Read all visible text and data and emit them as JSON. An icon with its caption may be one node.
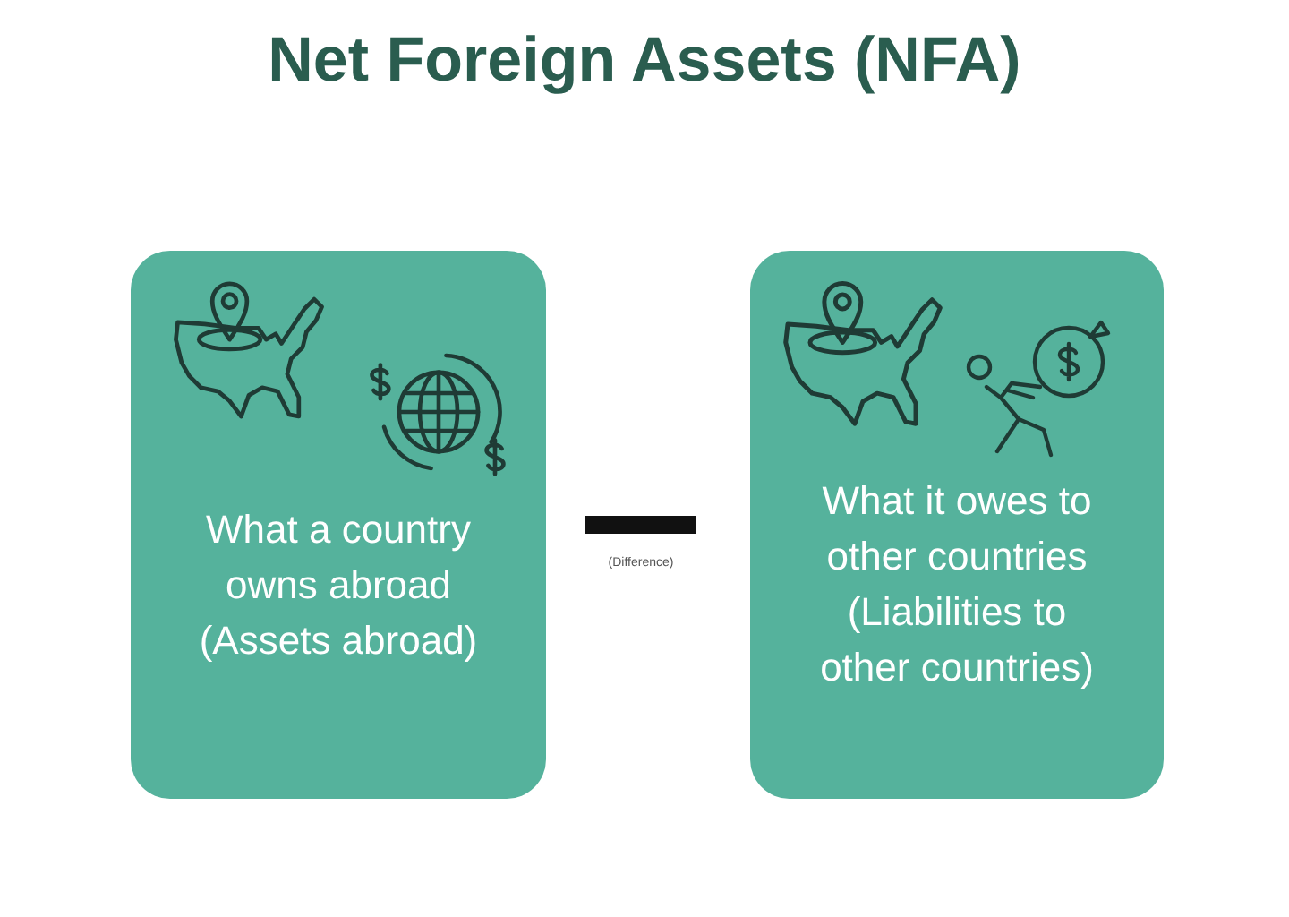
{
  "diagram": {
    "title": "Net Foreign Assets (NFA)",
    "nodes": [
      {
        "text": [
          "What a country owns abroad (Assets abroad)"
        ]
      },
      {
        "text": [
          "What it owes to other countries (Liabilities to other countries)"
        ]
      }
    ],
    "labels": [
      "(Difference)"
    ]
  }
}
